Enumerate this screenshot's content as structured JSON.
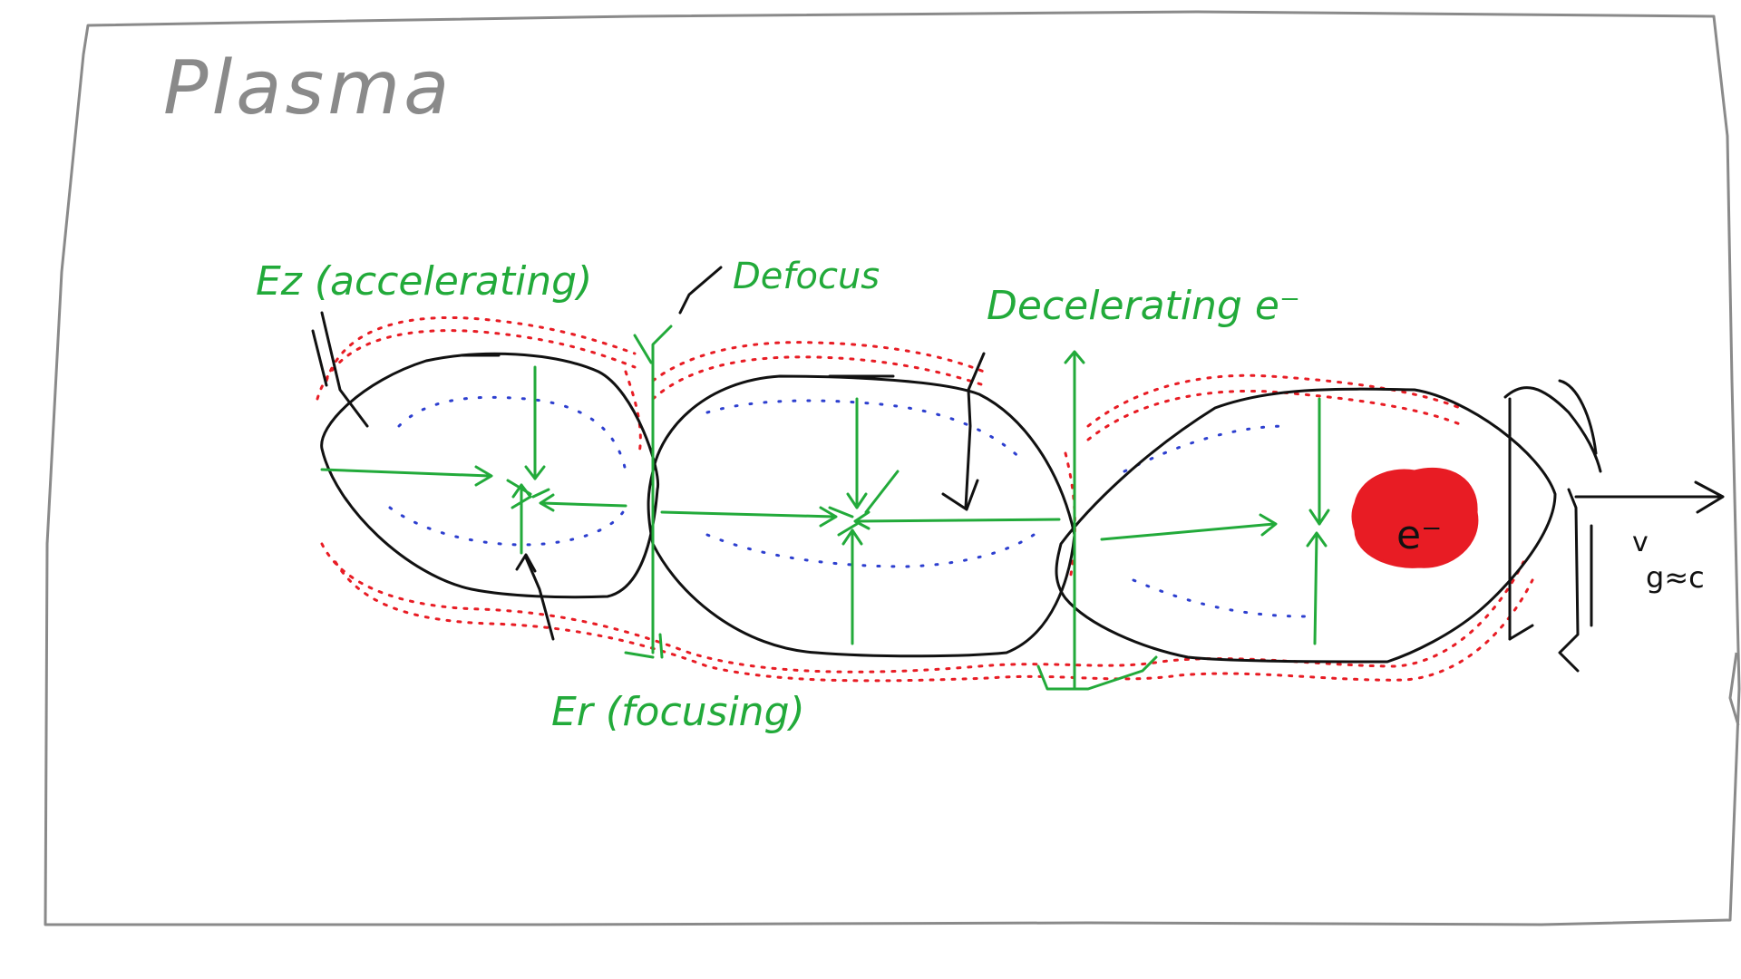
{
  "plasma": {
    "label": "Plasma"
  },
  "labels": {
    "ez": "Ez (accelerating)",
    "defocus": "Defocus",
    "decelerating": "Decelerating e⁻",
    "er": "Er (focusing)",
    "electron": "e⁻",
    "velocity": "v",
    "velocity_sub": "g≈c"
  },
  "colors": {
    "outline": "#8a8a8a",
    "field": "#22aa3a",
    "sheath": "#e81c24",
    "ions": "#2d3fcf",
    "bunch": "#e81c24",
    "bubble": "#111111"
  }
}
